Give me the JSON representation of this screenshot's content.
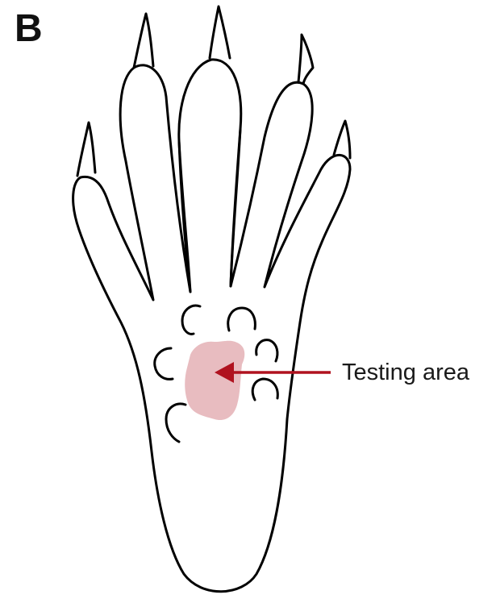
{
  "panel_label": "B",
  "annotation": {
    "label": "Testing area"
  },
  "colors": {
    "outline": "#000000",
    "testing_area_fill": "#e8bcc0",
    "arrow": "#b0121f",
    "background": "#ffffff"
  },
  "icons": {
    "paw": "rodent-hind-paw-outline",
    "arrow": "left-pointing-arrow"
  }
}
